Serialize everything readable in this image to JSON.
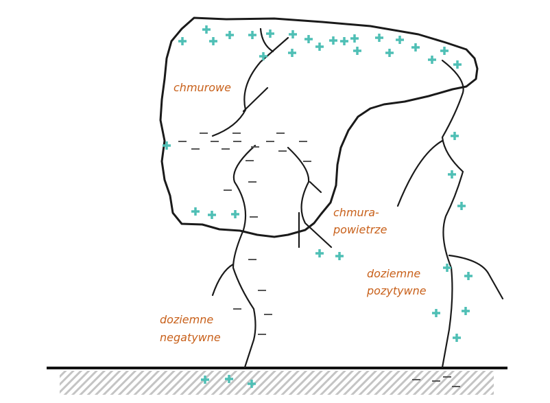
{
  "labels": {
    "cloud": "chmurowe",
    "cloud_air_1": "chmura-",
    "cloud_air_2": "powietrze",
    "pos_1": "doziemne",
    "pos_2": "pozytywne",
    "neg_1": "doziemne",
    "neg_2": "negatywne"
  },
  "colors": {
    "plus": "#4fbfb5",
    "minus": "#555555",
    "label": "#c8601a",
    "line": "#1a1a1a"
  }
}
